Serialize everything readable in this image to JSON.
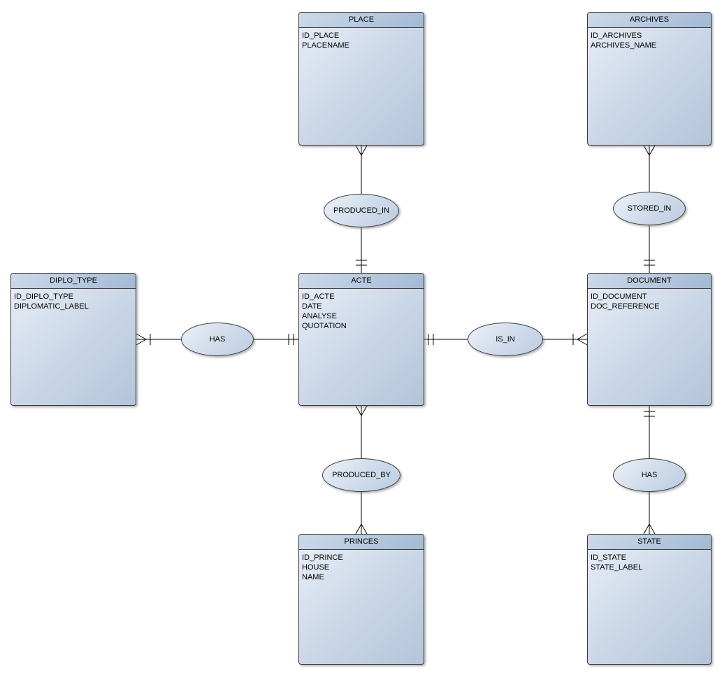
{
  "diagram": {
    "type": "entity-relationship",
    "colors": {
      "entity_header": "#b4c7dd",
      "entity_body_light": "#e9eff7",
      "entity_body_dark": "#b3c5db",
      "shape_border": "#3a3a3a",
      "connector": "#000000",
      "background": "#ffffff"
    },
    "entities": [
      {
        "name": "PLACE",
        "attributes": [
          "ID_PLACE",
          "PLACENAME"
        ]
      },
      {
        "name": "ARCHIVES",
        "attributes": [
          "ID_ARCHIVES",
          "ARCHIVES_NAME"
        ]
      },
      {
        "name": "DIPLO_TYPE",
        "attributes": [
          "ID_DIPLO_TYPE",
          "DIPLOMATIC_LABEL"
        ]
      },
      {
        "name": "ACTE",
        "attributes": [
          "ID_ACTE",
          "DATE",
          "ANALYSE",
          "QUOTATION"
        ]
      },
      {
        "name": "DOCUMENT",
        "attributes": [
          "ID_DOCUMENT",
          "DOC_REFERENCE"
        ]
      },
      {
        "name": "PRINCES",
        "attributes": [
          "ID_PRINCE",
          "HOUSE",
          "NAME"
        ]
      },
      {
        "name": "STATE",
        "attributes": [
          "ID_STATE",
          "STATE_LABEL"
        ]
      }
    ],
    "relationships": [
      {
        "label": "PRODUCED_IN",
        "between": [
          "PLACE",
          "ACTE"
        ]
      },
      {
        "label": "STORED_IN",
        "between": [
          "ARCHIVES",
          "DOCUMENT"
        ]
      },
      {
        "label": "HAS",
        "between": [
          "DIPLO_TYPE",
          "ACTE"
        ]
      },
      {
        "label": "IS_IN",
        "between": [
          "ACTE",
          "DOCUMENT"
        ]
      },
      {
        "label": "PRODUCED_BY",
        "between": [
          "ACTE",
          "PRINCES"
        ]
      },
      {
        "label": "HAS",
        "between": [
          "DOCUMENT",
          "STATE"
        ]
      }
    ]
  }
}
